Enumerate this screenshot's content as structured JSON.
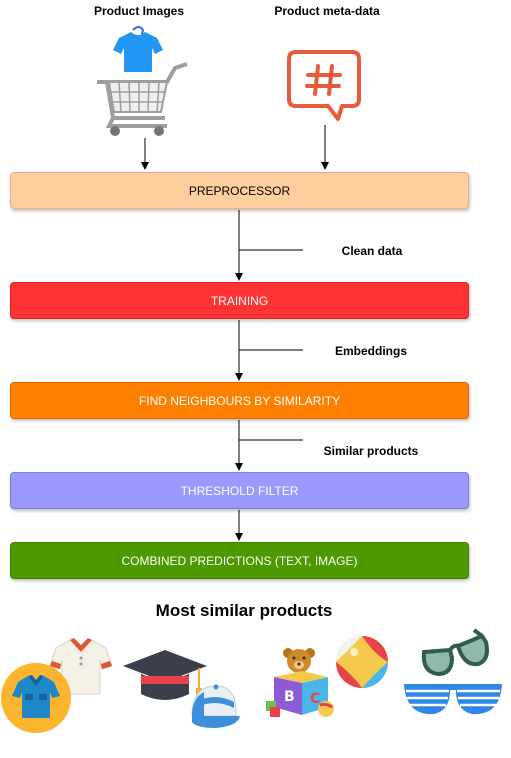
{
  "inputs": {
    "images_label": "Product Images",
    "metadata_label": "Product meta-data"
  },
  "stages": {
    "preprocessor": "PREPROCESSOR",
    "training": "TRAINING",
    "neighbours": "FIND NEIGHBOURS BY SIMILARITY",
    "threshold": "THRESHOLD FILTER",
    "combined": "COMBINED PREDICTIONS (TEXT, IMAGE)"
  },
  "edges": {
    "clean_data": "Clean data",
    "embeddings": "Embeddings",
    "similar_products": "Similar products"
  },
  "output": {
    "title": "Most similar products"
  },
  "colors": {
    "preprocessor": "#FFCE9F",
    "training": "#FF3333",
    "neighbours": "#FF8000",
    "threshold": "#9999FF",
    "combined": "#4D9900",
    "hashtag": "#E85A3C",
    "shirt": "#2196F3"
  },
  "icons": [
    "shopping-cart-icon",
    "shirt-icon",
    "hashtag-chat-icon",
    "polo-shirt-icon",
    "graduation-cap-icon",
    "baseball-cap-icon",
    "toy-blocks-icon",
    "teddy-bear-icon",
    "beach-ball-icon",
    "sunglasses-icon",
    "shutter-glasses-icon"
  ]
}
